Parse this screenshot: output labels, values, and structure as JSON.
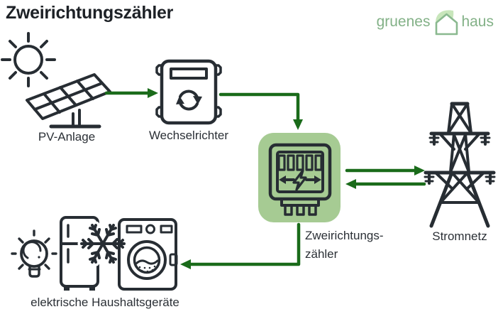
{
  "title": "Zweirichtungszähler",
  "logo": {
    "word1": "gruenes",
    "word2": "haus"
  },
  "labels": {
    "pv": "PV-Anlage",
    "inverter": "Wechselrichter",
    "meter_line1": "Zweirichtungs-",
    "meter_line2": "zähler",
    "grid": "Stromnetz",
    "appliances": "elektrische Haushaltsgeräte"
  },
  "icons": [
    "sun-icon",
    "solar-panel-icon",
    "inverter-icon",
    "bidirectional-meter-icon",
    "transmission-tower-icon",
    "lightbulb-icon",
    "fridge-icon",
    "snowflake-icon",
    "washing-machine-icon",
    "house-leaf-logo-icon"
  ],
  "flow_edges": [
    {
      "from": "PV-Anlage",
      "to": "Wechselrichter",
      "type": "one-way"
    },
    {
      "from": "Wechselrichter",
      "to": "Zweirichtungszähler",
      "type": "one-way"
    },
    {
      "from": "Zweirichtungszähler",
      "to": "Stromnetz",
      "type": "feed-in"
    },
    {
      "from": "Stromnetz",
      "to": "Zweirichtungszähler",
      "type": "draw"
    },
    {
      "from": "Zweirichtungszähler",
      "to": "elektrische Haushaltsgeräte",
      "type": "one-way"
    }
  ],
  "colors": {
    "icon_dark": "#272d33",
    "arrow_green": "#1a6b1a",
    "meter_highlight": "#a6cb93",
    "logo_text_green": "#83b187",
    "logo_house_green": "#8ab98f",
    "logo_leaf_green": "#c8e6bb",
    "background": "#ffffff"
  }
}
